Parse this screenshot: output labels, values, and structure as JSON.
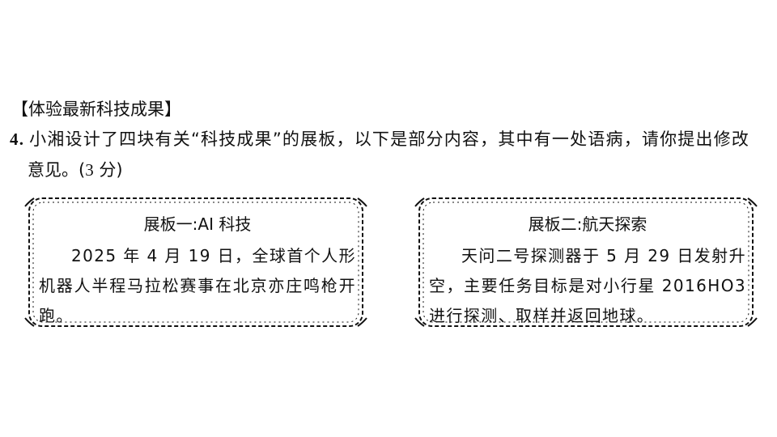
{
  "section": {
    "title": "【体验最新科技成果】"
  },
  "question": {
    "number": "4.",
    "line1": "小湘设计了四块有关“科技成果”的展板，以下是部分内容，其中有一处语病，请你提出修改",
    "line2_prefix": "意见。(",
    "score": "3",
    "line2_suffix": " 分)"
  },
  "boards": [
    {
      "title": "展板一:AI 科技",
      "body": "2025 年 4 月 19 日，全球首个人形机器人半程马拉松赛事在北京亦庄鸣枪开跑。"
    },
    {
      "title": "展板二:航天探索",
      "body": "天问二号探测器于 5 月 29 日发射升空，主要任务目标是对小行星 2016HO3 进行探测、取样并返回地球。"
    }
  ]
}
